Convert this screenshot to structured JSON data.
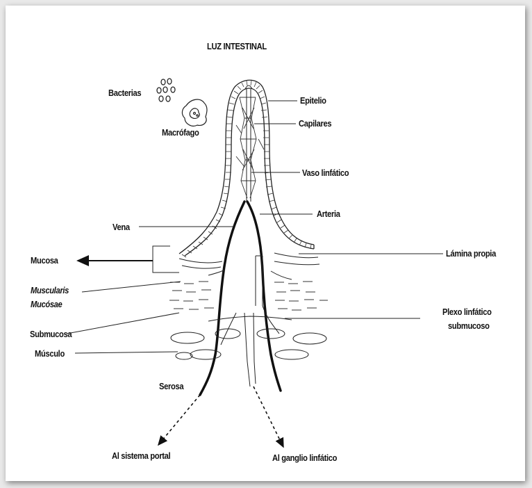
{
  "title": "LUZ INTESTINAL",
  "labels": {
    "bacterias": "Bacterias",
    "macrofago": "Macrófago",
    "epitelio": "Epitelio",
    "capilares": "Capilares",
    "vaso_linfatico": "Vaso linfático",
    "arteria": "Arteria",
    "vena": "Vena",
    "lamina_propia": "Lámina propia",
    "mucosa": "Mucosa",
    "muscularis_1": "Muscularis",
    "muscularis_2": "Mucósae",
    "plexo_1": "Plexo linfático",
    "plexo_2": "submucoso",
    "submucosa": "Submucosa",
    "musculo": "Músculo",
    "serosa": "Serosa",
    "sistema_portal": "Al sistema portal",
    "ganglio": "Al ganglio linfático"
  }
}
